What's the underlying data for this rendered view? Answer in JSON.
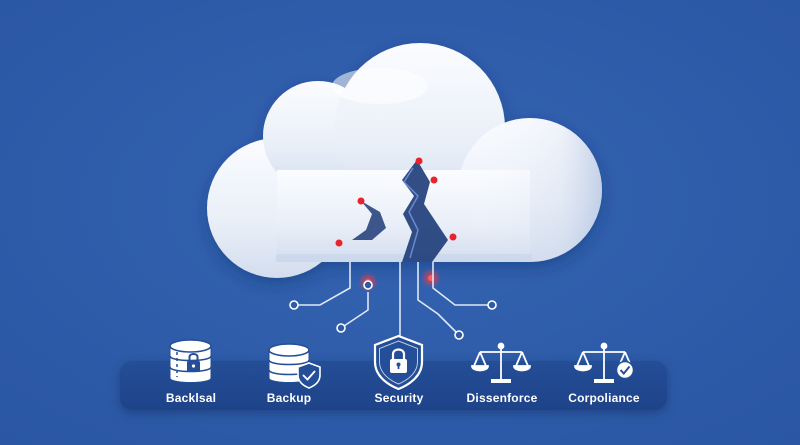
{
  "labels": {
    "item1": "Backlsal",
    "item2": "Backup",
    "item3": "Security",
    "item4": "Dissenforce",
    "item5": "Corpoliance"
  },
  "colors": {
    "background": "#2c5ba9",
    "cloud": "#eef2fa",
    "panel": "#224a91",
    "crack": "#1d3b78",
    "alert_red": "#e8232b",
    "icon_white": "#ffffff",
    "icon_navy": "#244e97"
  },
  "icons": [
    "database-lock-icon",
    "database-shield-icon",
    "security-shield-lock-icon",
    "balance-scale-icon",
    "balance-scale-check-icon"
  ]
}
